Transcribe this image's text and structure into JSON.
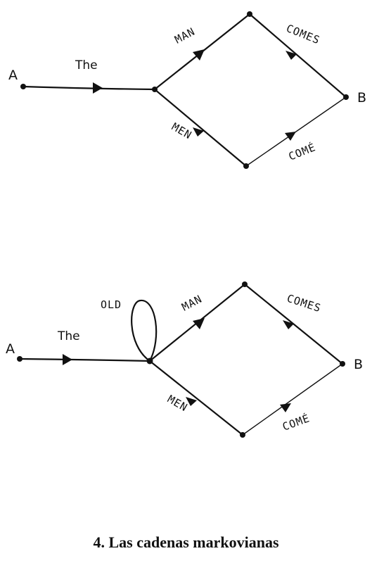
{
  "diagrams": [
    {
      "start": "A",
      "end": "B",
      "edges": {
        "first": "The",
        "upper_1": "MAN",
        "upper_2": "COMES",
        "lower_1": "MEN",
        "lower_2": "COMÉ"
      }
    },
    {
      "start": "A",
      "end": "B",
      "loop": "OLD",
      "edges": {
        "first": "The",
        "upper_1": "MAN",
        "upper_2": "COMES",
        "lower_1": "MEN",
        "lower_2": "COMÉ"
      }
    }
  ],
  "caption": "4. Las cadenas markovianas"
}
